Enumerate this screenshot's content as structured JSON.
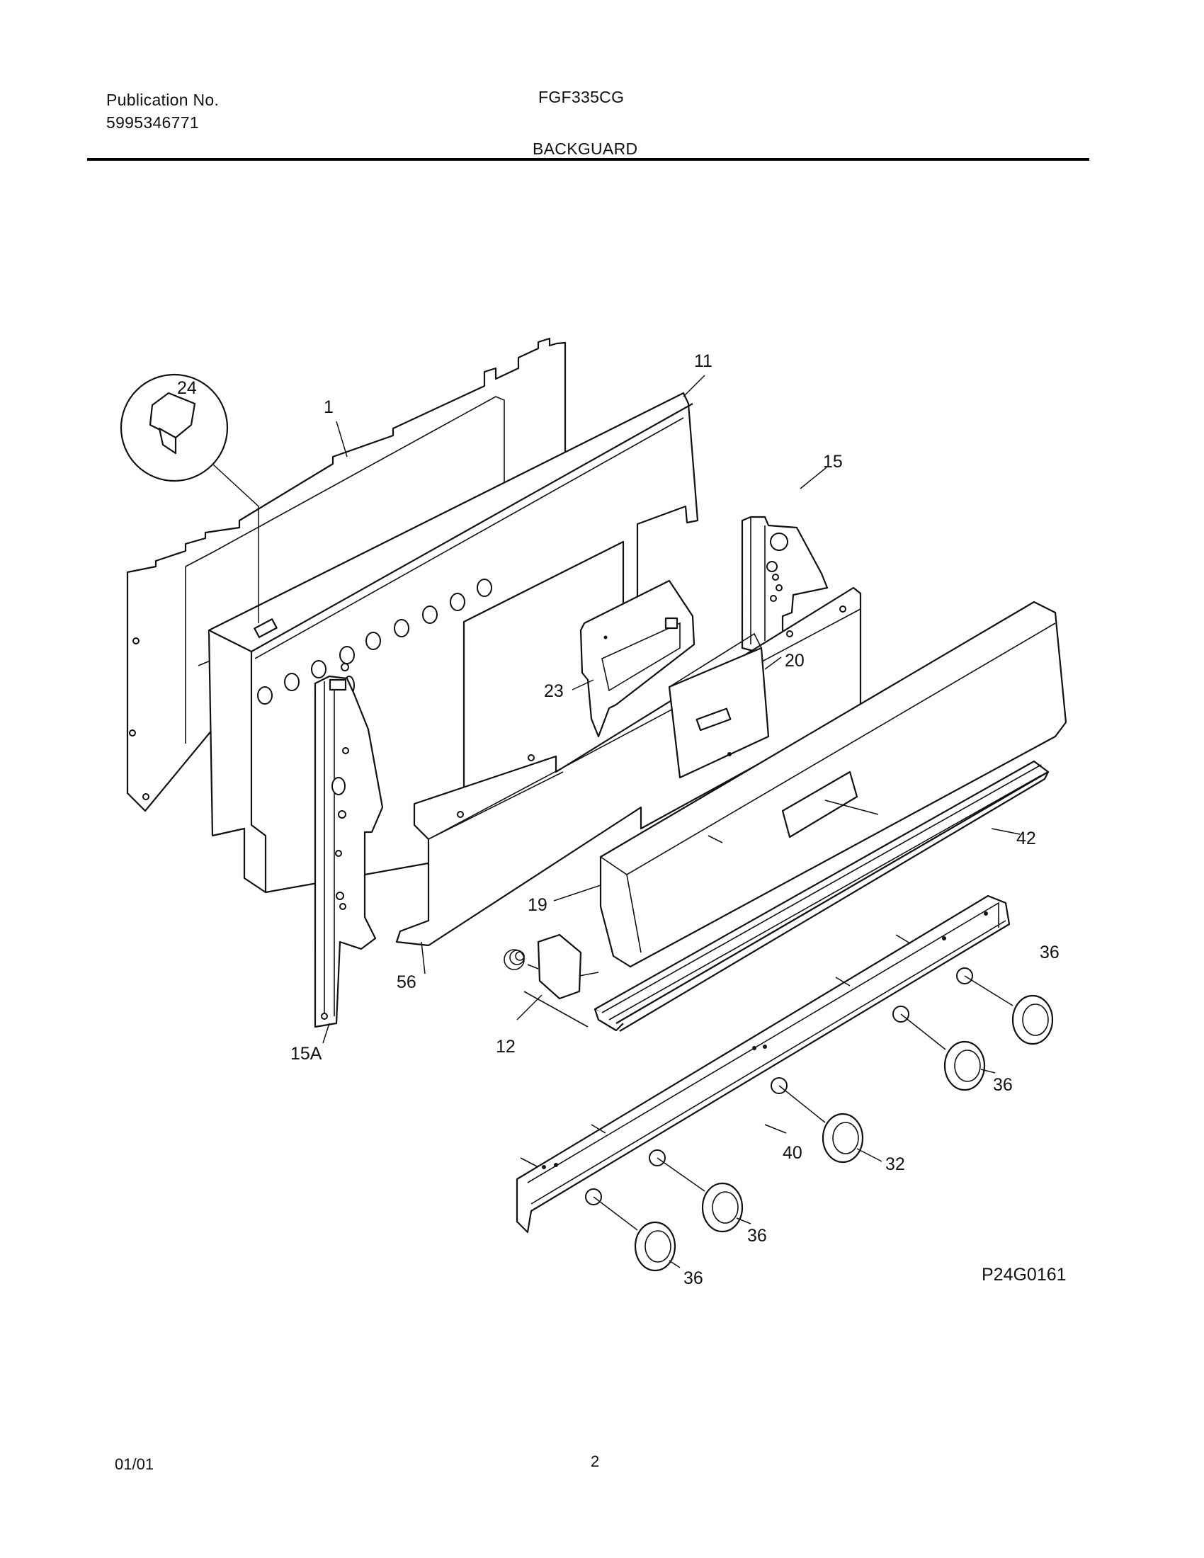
{
  "header": {
    "publication_label": "Publication No.",
    "publication_number": "5995346771",
    "model": "FGF335CG",
    "section_title": "BACKGUARD"
  },
  "diagram": {
    "drawing_code": "P24G0161",
    "callouts": {
      "c1": "1",
      "c11": "11",
      "c12": "12",
      "c15": "15",
      "c15a": "15A",
      "c19": "19",
      "c20": "20",
      "c23": "23",
      "c24": "24",
      "c32": "32",
      "c36a": "36",
      "c36b": "36",
      "c36c": "36",
      "c36d": "36",
      "c40": "40",
      "c42": "42",
      "c56": "56"
    }
  },
  "footer": {
    "date": "01/01",
    "page": "2"
  }
}
